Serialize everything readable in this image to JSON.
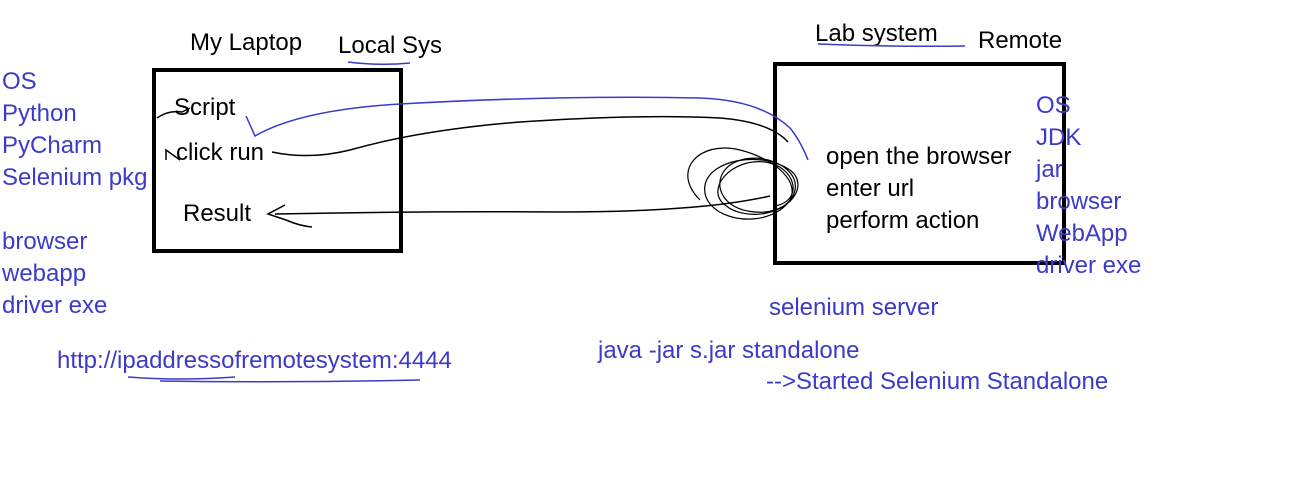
{
  "colors": {
    "ink_black": "#000000",
    "ink_blue": "#3b3bc8",
    "background": "#ffffff"
  },
  "local": {
    "title": "My Laptop",
    "subtitle": "Local Sys",
    "requirements_group1": [
      "OS",
      "Python",
      "PyCharm",
      "Selenium pkg"
    ],
    "requirements_group2": [
      "browser",
      "webapp",
      "driver exe"
    ],
    "box_items": {
      "script": "Script",
      "click_run": "click run",
      "result": "Result"
    },
    "remote_url": "http://ipaddressofremotesystem:4444"
  },
  "remote": {
    "title": "Lab system",
    "subtitle": "Remote",
    "actions": [
      "open the browser",
      "enter url",
      "perform action"
    ],
    "requirements": [
      "OS",
      "JDK",
      "jar",
      "browser",
      "WebApp",
      "driver exe"
    ],
    "server_label": "selenium server",
    "command": "java -jar s.jar standalone",
    "command_output": "-->Started Selenium Standalone"
  }
}
